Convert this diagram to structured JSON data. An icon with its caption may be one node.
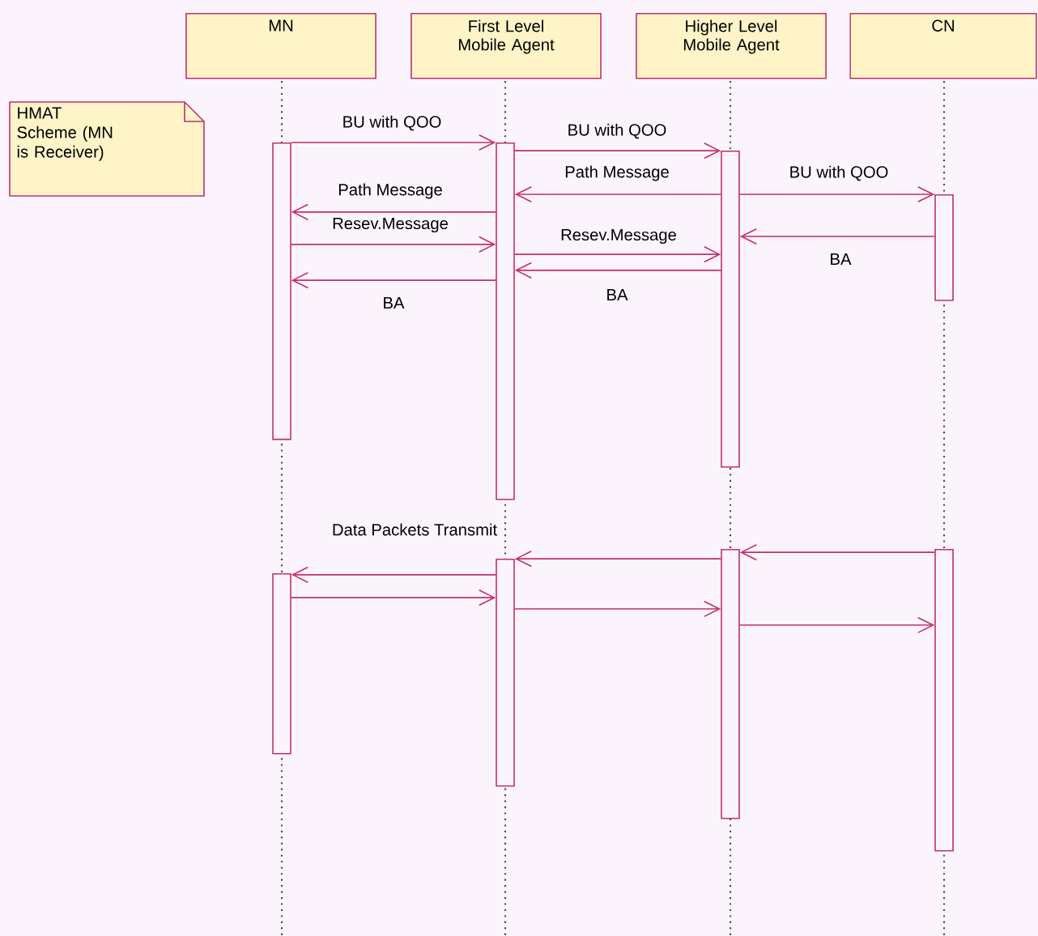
{
  "diagram": {
    "nodes": [
      {
        "text": [
          "MN"
        ]
      },
      {
        "text": [
          "First Level Mobile Agent"
        ]
      },
      {
        "text": [
          "Higher Level Mobile Agent"
        ]
      },
      {
        "text": [
          "CN"
        ]
      },
      {
        "text": [
          "HMAT Scheme (MN is Receiver)"
        ]
      },
      {
        "text": [],
        "shape": "bar"
      },
      {
        "text": [],
        "shape": "bar"
      },
      {
        "text": [],
        "shape": "bar"
      },
      {
        "text": [],
        "shape": "bar"
      },
      {
        "text": [],
        "shape": "bar"
      },
      {
        "text": [],
        "shape": "bar"
      },
      {
        "text": [],
        "shape": "bar"
      },
      {
        "text": [],
        "shape": "bar"
      }
    ],
    "edges": [
      {
        "from": 5,
        "to": 6,
        "arrow": "to",
        "label": "BU with QOO"
      },
      {
        "from": 6,
        "to": 7,
        "arrow": "to",
        "label": "BU with QOO"
      },
      {
        "from": 7,
        "to": 6,
        "arrow": "to",
        "label": "Path Message"
      },
      {
        "from": 7,
        "to": 8,
        "arrow": "to",
        "label": "BU with QOO"
      },
      {
        "from": 6,
        "to": 5,
        "arrow": "to",
        "label": "Path Message"
      },
      {
        "from": 8,
        "to": 7,
        "arrow": "to",
        "label": "BA"
      },
      {
        "from": 5,
        "to": 6,
        "arrow": "to",
        "label": "Resev.Message"
      },
      {
        "from": 6,
        "to": 7,
        "arrow": "to",
        "label": "Resev.Message"
      },
      {
        "from": 7,
        "to": 6,
        "arrow": "to",
        "label": "BA"
      },
      {
        "from": 6,
        "to": 5,
        "arrow": "to",
        "label": "BA"
      },
      {
        "from": 12,
        "to": 11,
        "arrow": "to"
      },
      {
        "from": 11,
        "to": 10,
        "arrow": "to"
      },
      {
        "from": 10,
        "to": 9,
        "arrow": "to"
      },
      {
        "from": 9,
        "to": 10,
        "arrow": "to"
      },
      {
        "from": 10,
        "to": 11,
        "arrow": "to"
      },
      {
        "from": 11,
        "to": 12,
        "arrow": "to"
      }
    ],
    "labels": [
      "Data Packets Transmit"
    ]
  }
}
